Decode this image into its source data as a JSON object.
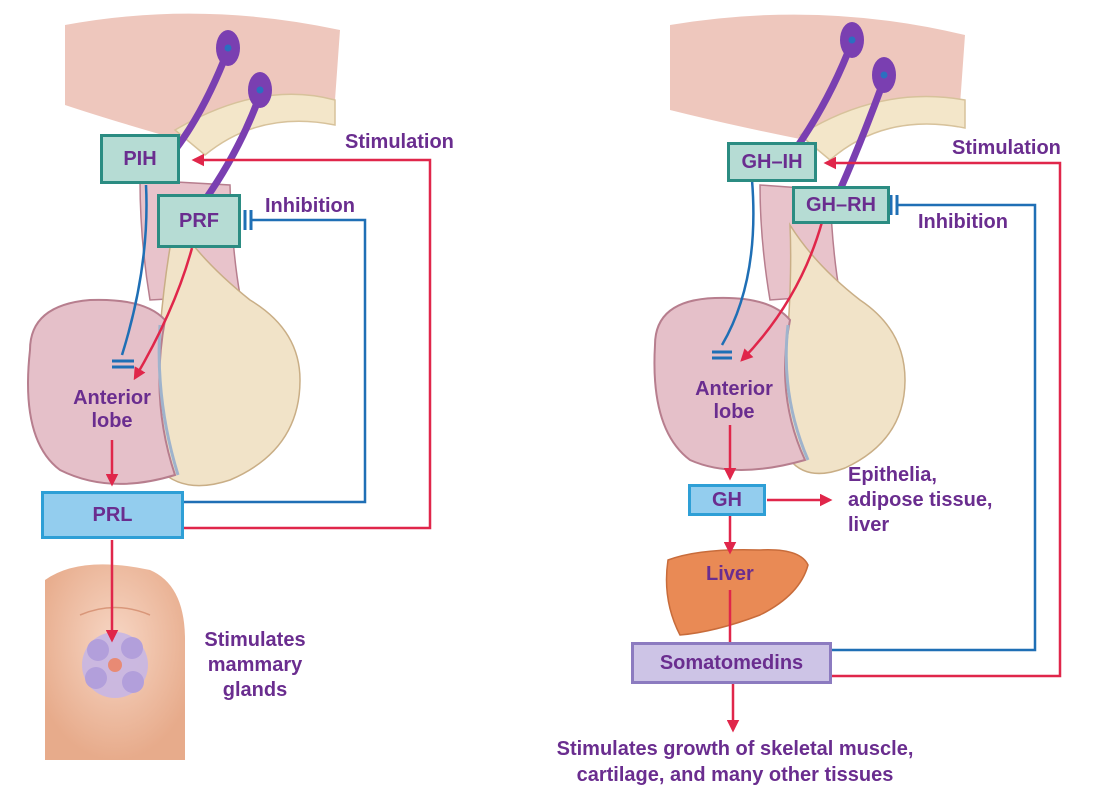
{
  "colors": {
    "label": "#6a2d8f",
    "stimulation": "#e0264a",
    "inhibition": "#1f6fb5",
    "hormone_box_teal": "#b6dcd4",
    "hormone_box_blue": "#93cdee",
    "hormone_box_violet": "#cdc4e6",
    "anterior_lobe": "#e5c0c9",
    "posterior_lobe": "#f1e3c8",
    "hypothalamus": "#eec7bd",
    "neuron": "#7a3fb1",
    "liver": "#e98a55",
    "skin": "#f2c3a8"
  },
  "left_panel": {
    "pih": "PIH",
    "prf": "PRF",
    "prl": "PRL",
    "stimulation": "Stimulation",
    "inhibition": "Inhibition",
    "anterior_lobe": [
      "Anterior",
      "lobe"
    ],
    "target_effect": [
      "Stimulates",
      "mammary",
      "glands"
    ]
  },
  "right_panel": {
    "gh_ih": "GH–IH",
    "gh_rh": "GH–RH",
    "gh": "GH",
    "stimulation": "Stimulation",
    "inhibition": "Inhibition",
    "anterior_lobe": [
      "Anterior",
      "lobe"
    ],
    "targets": [
      "Epithelia,",
      "adipose tissue,",
      "liver"
    ],
    "liver": "Liver",
    "somatomedins": "Somatomedins",
    "growth_effect": [
      "Stimulates growth of skeletal muscle,",
      "cartilage, and many other tissues"
    ]
  }
}
